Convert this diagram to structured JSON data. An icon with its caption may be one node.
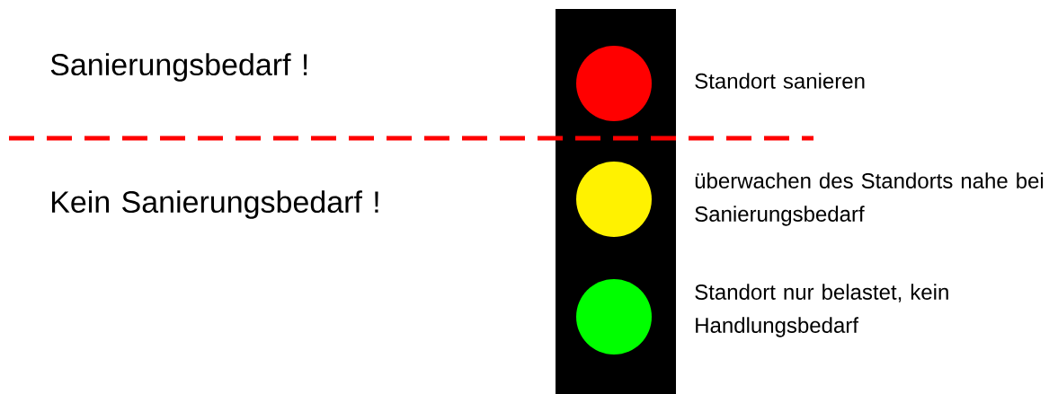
{
  "diagram": {
    "labels": [
      "Sanierungsbedarf !",
      "Standort sanieren",
      "Kein Sanierungsbedarf !",
      "überwachen des Standorts nahe bei Sanierungsbedarf",
      "Standort nur belastet, kein Handlungsbedarf"
    ]
  }
}
